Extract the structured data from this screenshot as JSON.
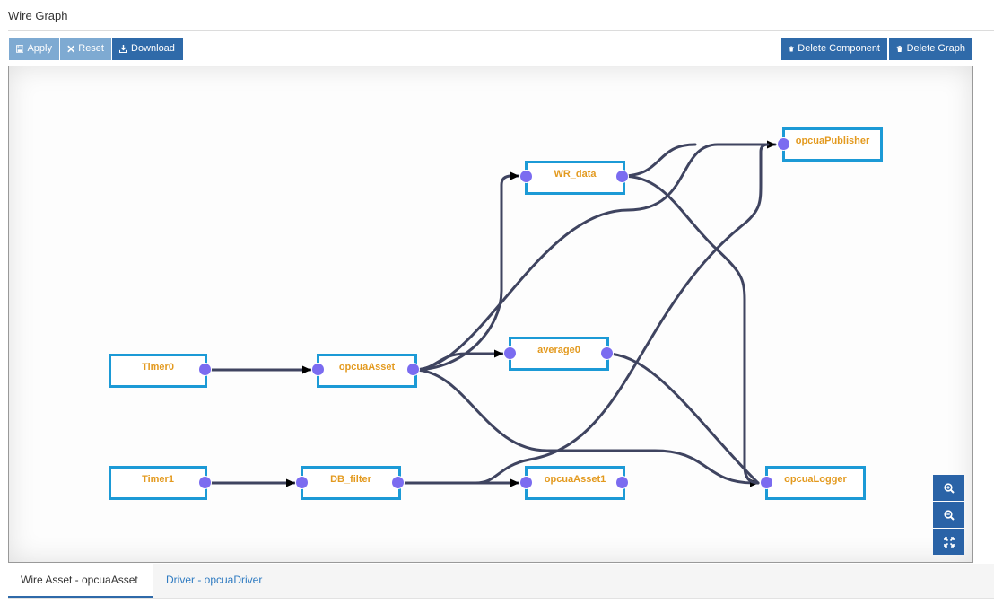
{
  "header": {
    "title": "Wire Graph"
  },
  "toolbar": {
    "apply_label": "Apply",
    "reset_label": "Reset",
    "download_label": "Download",
    "delete_component_label": "Delete Component",
    "delete_graph_label": "Delete Graph"
  },
  "graph": {
    "nodes": {
      "timer0": "Timer0",
      "timer1": "Timer1",
      "opcua_asset": "opcuaAsset",
      "db_filter": "DB_filter",
      "wr_data": "WR_data",
      "average0": "average0",
      "opcua_asset1": "opcuaAsset1",
      "opcua_publisher": "opcuaPublisher",
      "opcua_logger": "opcuaLogger"
    }
  },
  "zoom_controls": [
    "zoom-in-icon",
    "zoom-out-icon",
    "fit-icon"
  ],
  "tabs": {
    "active": "Wire Asset - opcuaAsset",
    "second": "Driver - opcuaDriver"
  },
  "colors": {
    "node_border": "#1c9ad6",
    "node_label": "#e39a1f",
    "port": "#7b6cf0",
    "wire": "#3f4460",
    "primary": "#2f6aa9",
    "muted": "#7eaad2"
  }
}
